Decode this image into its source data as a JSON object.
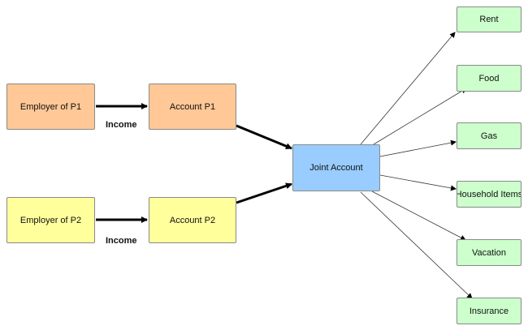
{
  "diagram": {
    "nodes": {
      "employer_p1": "Employer of P1",
      "employer_p2": "Employer of P2",
      "account_p1": "Account P1",
      "account_p2": "Account P2",
      "joint_account": "Joint Account",
      "rent": "Rent",
      "food": "Food",
      "gas": "Gas",
      "household_items": "Household Items",
      "vacation": "Vacation",
      "insurance": "Insurance"
    },
    "edge_labels": {
      "income_p1": "Income",
      "income_p2": "Income"
    }
  },
  "colors": {
    "employer_p1": "#ffc896",
    "account_p1": "#ffc896",
    "employer_p2": "#ffff9c",
    "account_p2": "#ffff9c",
    "joint_account": "#99ccff",
    "expenses": "#ccffcc",
    "arrows": "#000000"
  }
}
